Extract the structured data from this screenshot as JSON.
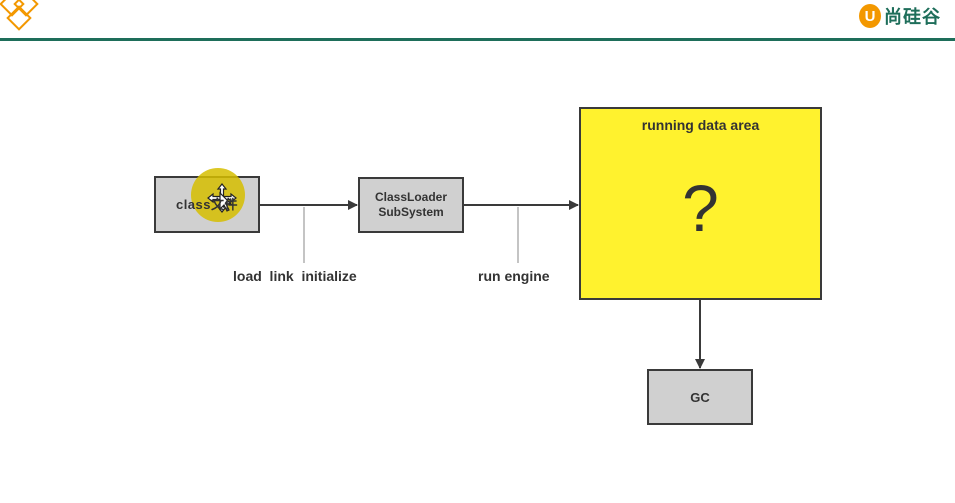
{
  "header": {
    "brand_mark": "U",
    "brand_text": "尚硅谷"
  },
  "diagram": {
    "class_box": {
      "label": "class文件"
    },
    "loader_box": {
      "line1": "ClassLoader",
      "line2": "SubSystem"
    },
    "run_area": {
      "title": "running data area",
      "mark": "?"
    },
    "gc_box": {
      "label": "GC"
    },
    "edge_label_1": "load  link  initialize",
    "edge_label_2": "run engine"
  },
  "colors": {
    "accent": "#1e6e5a",
    "brand": "#f39800",
    "run_area_fill": "#fff22e",
    "box_fill": "#d0d0d0"
  }
}
